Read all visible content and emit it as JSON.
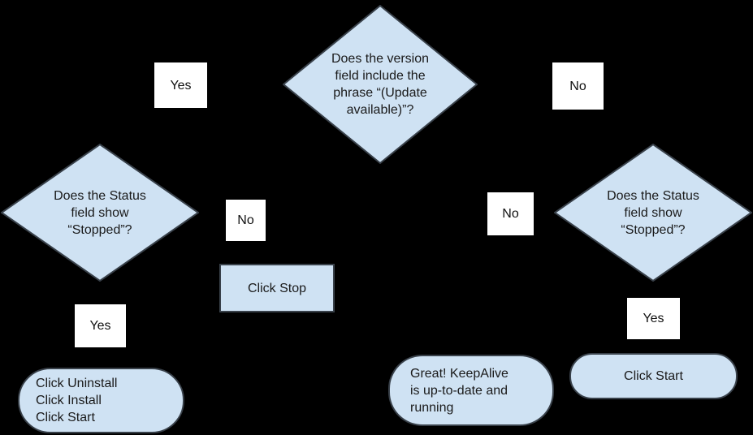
{
  "colors": {
    "background": "#000000",
    "node_fill": "#cfe2f3",
    "node_border": "#39414a",
    "label_background": "#ffffff",
    "text": "#1a1a1a"
  },
  "nodes": {
    "decision_update": {
      "text": "Does the version\nfield include the\nphrase “(Update\navailable)”?"
    },
    "decision_status_left": {
      "text": "Does the Status\nfield show\n“Stopped”?"
    },
    "decision_status_right": {
      "text": "Does the Status\nfield show\n“Stopped”?"
    },
    "action_click_stop": {
      "text": "Click Stop"
    },
    "terminal_reinstall": {
      "text": "Click Uninstall\nClick Install\nClick Start"
    },
    "terminal_up_to_date": {
      "text": "Great! KeepAlive\nis up-to-date and\nrunning"
    },
    "terminal_click_start": {
      "text": "Click Start"
    }
  },
  "labels": {
    "yes_top": "Yes",
    "no_top": "No",
    "no_mid_left": "No",
    "no_mid_right": "No",
    "yes_bottom_left": "Yes",
    "yes_bottom_right": "Yes"
  }
}
